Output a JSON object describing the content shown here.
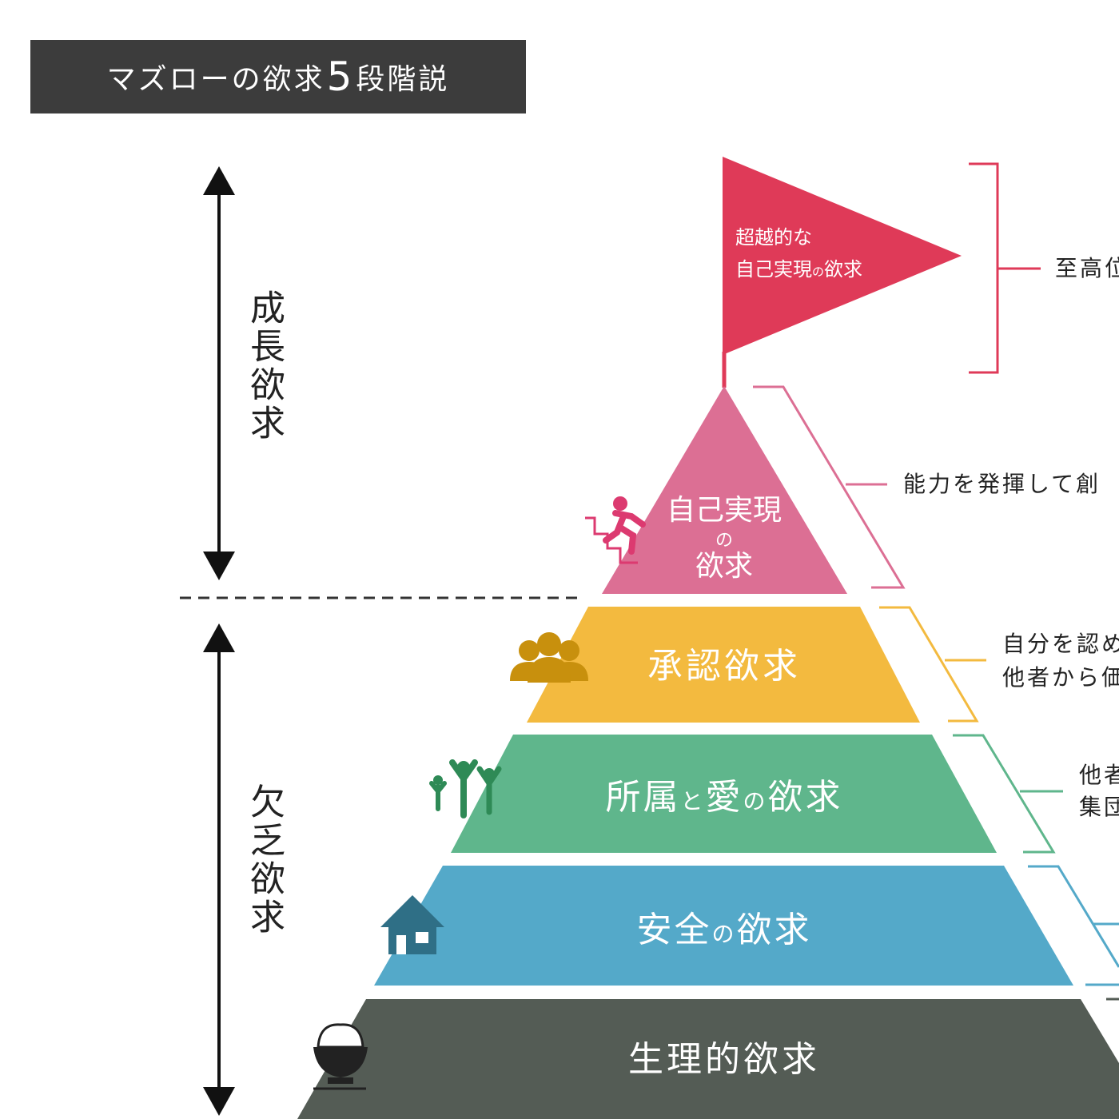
{
  "title": {
    "prefix": "マズローの欲求",
    "number": "5",
    "suffix": "段階説"
  },
  "side_labels": {
    "growth": "成長欲求",
    "deficiency": "欠乏欲求"
  },
  "levels": {
    "transcendence": {
      "line1": "超越的な",
      "line2a": "自己実現",
      "line2b": "の",
      "line2c": "欲求",
      "color": "#df3a58"
    },
    "self_actualization": {
      "line1": "自己実現",
      "line2": "の",
      "line3": "欲求",
      "color": "#dc6f94"
    },
    "esteem": {
      "label": "承認欲求",
      "color": "#f3ba3f"
    },
    "belonging": {
      "label_a": "所属",
      "label_b": "と",
      "label_c": "愛",
      "label_d": "の",
      "label_e": "欲求",
      "color": "#5fb68c"
    },
    "safety": {
      "label_a": "安全",
      "label_b": "の",
      "label_c": "欲求",
      "color": "#54a9c9"
    },
    "physiological": {
      "label": "生理的欲求",
      "color": "#545c55"
    }
  },
  "descriptions": {
    "transcendence": "至高位",
    "self_actualization": "能力を発揮して創",
    "esteem_line1": "自分を認め",
    "esteem_line2": "他者から価",
    "belonging_line1": "他者",
    "belonging_line2": "集団"
  },
  "icons": {
    "self_actualization": "stair-climber-icon",
    "esteem": "group-of-people-icon",
    "belonging": "family-cheering-icon",
    "safety": "house-icon",
    "physiological": "rice-bowl-icon"
  }
}
